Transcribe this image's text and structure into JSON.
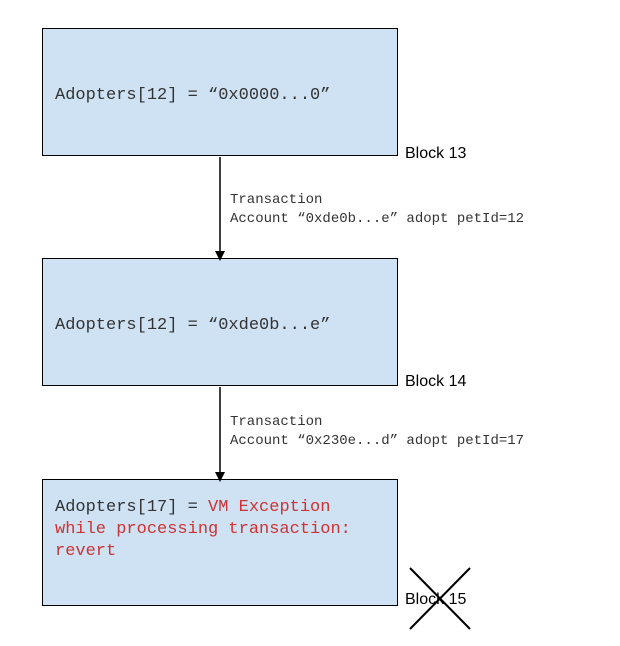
{
  "blocks": [
    {
      "code": "Adopters[12] = “0x0000...0”",
      "label": "Block 13"
    },
    {
      "code": "Adopters[12] = “0xde0b...e”",
      "label": "Block 14"
    },
    {
      "code_prefix": "Adopters[17] = ",
      "code_error": "VM Exception while processing transaction: revert",
      "label": "Block 15"
    }
  ],
  "transactions": [
    {
      "title": "Transaction",
      "detail": "Account “0xde0b...e” adopt petId=12"
    },
    {
      "title": "Transaction",
      "detail": "Account “0x230e...d” adopt petId=17"
    }
  ],
  "colors": {
    "block_fill": "#cfe2f3",
    "error_text": "#cc3333",
    "code_text": "#333333"
  }
}
